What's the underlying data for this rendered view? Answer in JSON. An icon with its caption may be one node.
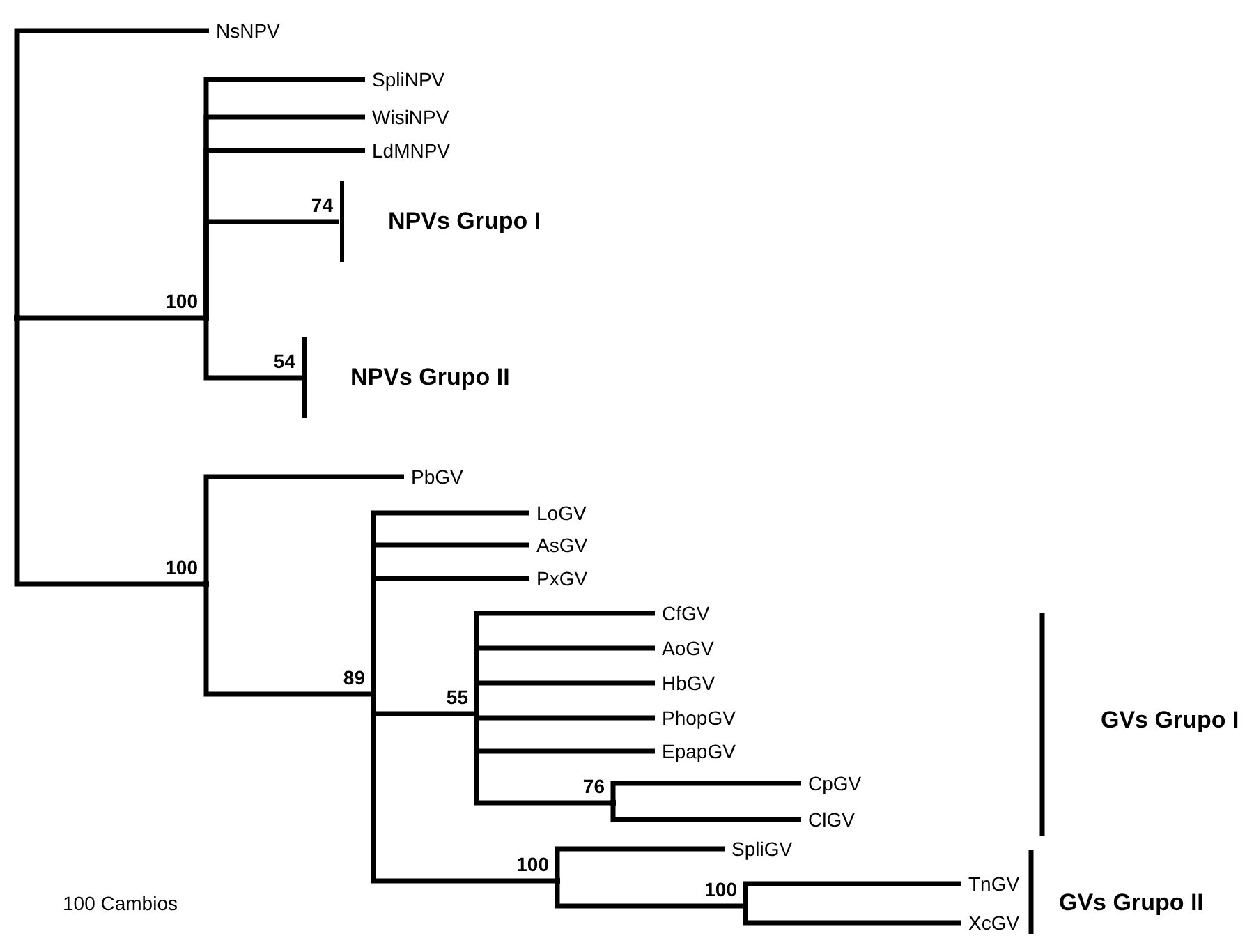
{
  "diagram": {
    "nodes": [
      {
        "text": [],
        "shape": "point"
      },
      {
        "text": [
          "NsNPV"
        ]
      },
      {
        "text": [],
        "shape": "point",
        "beside": [
          "100"
        ]
      },
      {
        "text": [
          "SpliNPV"
        ]
      },
      {
        "text": [
          "WisiNPV"
        ]
      },
      {
        "text": [
          "LdMNPV"
        ]
      },
      {
        "text": [
          "NPVs Grupo I"
        ],
        "beside": [
          "74"
        ]
      },
      {
        "text": [
          "NPVs Grupo II"
        ],
        "beside": [
          "54"
        ]
      },
      {
        "text": [],
        "shape": "point",
        "beside": [
          "100"
        ]
      },
      {
        "text": [
          "PbGV"
        ]
      },
      {
        "text": [],
        "shape": "point",
        "beside": [
          "89"
        ]
      },
      {
        "text": [
          "LoGV"
        ]
      },
      {
        "text": [
          "AsGV"
        ]
      },
      {
        "text": [
          "PxGV"
        ]
      },
      {
        "text": [],
        "shape": "point",
        "beside": [
          "55"
        ]
      },
      {
        "text": [
          "CfGV"
        ]
      },
      {
        "text": [
          "AoGV"
        ]
      },
      {
        "text": [
          "HbGV"
        ]
      },
      {
        "text": [
          "PhopGV"
        ]
      },
      {
        "text": [
          "EpapGV"
        ]
      },
      {
        "text": [],
        "shape": "point",
        "beside": [
          "76"
        ]
      },
      {
        "text": [
          "CpGV"
        ]
      },
      {
        "text": [
          "ClGV"
        ]
      },
      {
        "text": [],
        "shape": "point",
        "beside": [
          "100"
        ]
      },
      {
        "text": [
          "SpliGV"
        ]
      },
      {
        "text": [],
        "shape": "point",
        "beside": [
          "100"
        ]
      },
      {
        "text": [
          "TnGV"
        ]
      },
      {
        "text": [
          "XcGV"
        ]
      }
    ],
    "edges": [
      {
        "from": 0,
        "to": 1,
        "arrow": "none"
      },
      {
        "from": 0,
        "to": 2,
        "arrow": "none"
      },
      {
        "from": 2,
        "to": 3,
        "arrow": "none"
      },
      {
        "from": 2,
        "to": 4,
        "arrow": "none"
      },
      {
        "from": 2,
        "to": 5,
        "arrow": "none"
      },
      {
        "from": 2,
        "to": 6,
        "arrow": "none"
      },
      {
        "from": 2,
        "to": 7,
        "arrow": "none"
      },
      {
        "from": 0,
        "to": 8,
        "arrow": "none"
      },
      {
        "from": 8,
        "to": 9,
        "arrow": "none"
      },
      {
        "from": 8,
        "to": 10,
        "arrow": "none"
      },
      {
        "from": 10,
        "to": 11,
        "arrow": "none"
      },
      {
        "from": 10,
        "to": 12,
        "arrow": "none"
      },
      {
        "from": 10,
        "to": 13,
        "arrow": "none"
      },
      {
        "from": 10,
        "to": 14,
        "arrow": "none"
      },
      {
        "from": 14,
        "to": 15,
        "arrow": "none"
      },
      {
        "from": 14,
        "to": 16,
        "arrow": "none"
      },
      {
        "from": 14,
        "to": 17,
        "arrow": "none"
      },
      {
        "from": 14,
        "to": 18,
        "arrow": "none"
      },
      {
        "from": 14,
        "to": 19,
        "arrow": "none"
      },
      {
        "from": 14,
        "to": 20,
        "arrow": "none"
      },
      {
        "from": 20,
        "to": 21,
        "arrow": "none"
      },
      {
        "from": 20,
        "to": 22,
        "arrow": "none"
      },
      {
        "from": 10,
        "to": 23,
        "arrow": "none"
      },
      {
        "from": 23,
        "to": 24,
        "arrow": "none"
      },
      {
        "from": 23,
        "to": 25,
        "arrow": "none"
      },
      {
        "from": 25,
        "to": 26,
        "arrow": "none"
      },
      {
        "from": 25,
        "to": 27,
        "arrow": "none"
      }
    ],
    "labels": [
      "GVs Grupo I",
      "GVs Grupo II",
      "100 Cambios"
    ]
  }
}
